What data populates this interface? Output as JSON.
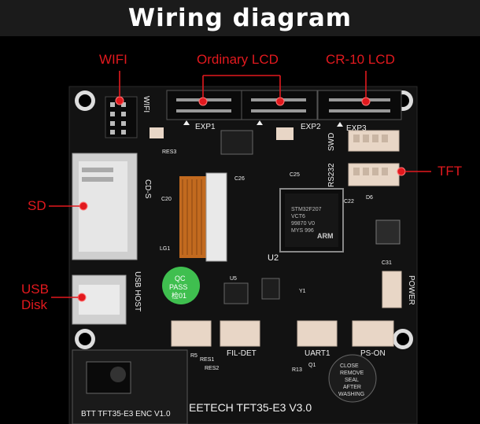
{
  "header": {
    "title": "Wiring diagram"
  },
  "callouts": {
    "wifi": "WIFI",
    "ordinary_lcd": "Ordinary LCD",
    "cr10_lcd": "CR-10 LCD",
    "tft": "TFT",
    "sd": "SD",
    "usb_line1": "USB",
    "usb_line2": "Disk"
  },
  "board": {
    "wifi": "WIFI",
    "exp1": "EXP1",
    "exp2": "EXP2",
    "exp3": "EXP3",
    "swd": "SWD",
    "rs232": "RS232",
    "cds": "CD-S",
    "usb_host": "USB HOST",
    "power": "POWER",
    "fil_det": "FIL-DET",
    "uart1": "UART1",
    "ps_on": "PS-ON",
    "u2": "U2",
    "u5": "U5",
    "y1": "Y1",
    "lg1": "LG1",
    "res1": "RES1",
    "res2": "RES2",
    "res3": "RES3",
    "r5": "R5",
    "r13": "R13",
    "q1": "Q1",
    "d6": "D6",
    "c20": "C20",
    "c31": "C31",
    "c22": "C22",
    "c26": "C26",
    "c25": "C25",
    "qc_line1": "QC",
    "qc_line2": "PASS",
    "qc_line3": "检01",
    "mcu_line1": "STM32F207",
    "mcu_line2": "VCT6",
    "mcu_line3": "99870 V0",
    "mcu_line4": "MYS 996",
    "arm": "ARM",
    "buzzer_line1": "CLOSE",
    "buzzer_line2": "REMOVE",
    "buzzer_line3": "SEAL",
    "buzzer_line4": "AFTER",
    "buzzer_line5": "WASHING",
    "bottom_left": "BTT TFT35-E3 ENC V1.0",
    "bottom_right": "EETECH TFT35-E3 V3.0"
  },
  "colors": {
    "accent": "#e2191e",
    "pcb": "#121212",
    "silkscreen": "#f0f0f0",
    "connector": "#e8d6c6"
  }
}
